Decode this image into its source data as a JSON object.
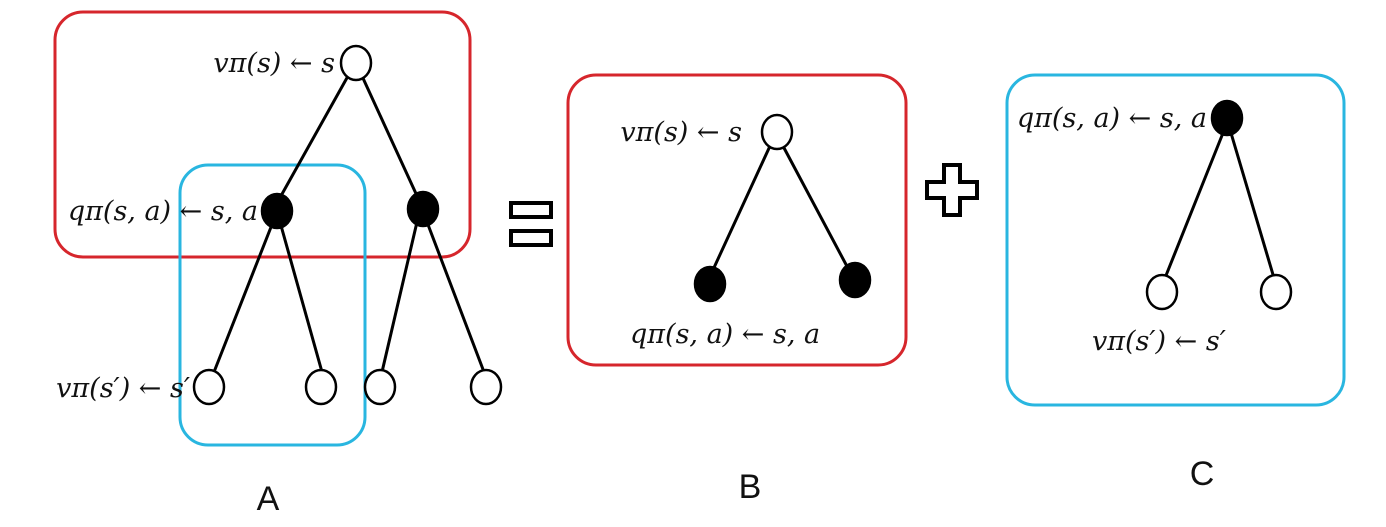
{
  "labels": {
    "v_s": "vπ(s) ← s",
    "q_sa": "qπ(s, a) ← s, a",
    "v_sp": "vπ(s′) ← s′"
  },
  "panels": [
    {
      "id": "A",
      "caption": "A"
    },
    {
      "id": "B",
      "caption": "B"
    },
    {
      "id": "C",
      "caption": "C"
    }
  ],
  "operators": {
    "equals": "=",
    "plus": "+"
  },
  "colors": {
    "state_value_box": "#d6262c",
    "action_value_box": "#29b6e0",
    "state_node_fill": "#ffffff",
    "action_node_fill": "#000000"
  },
  "icons": {
    "equals": "equals-icon",
    "plus": "plus-icon"
  }
}
